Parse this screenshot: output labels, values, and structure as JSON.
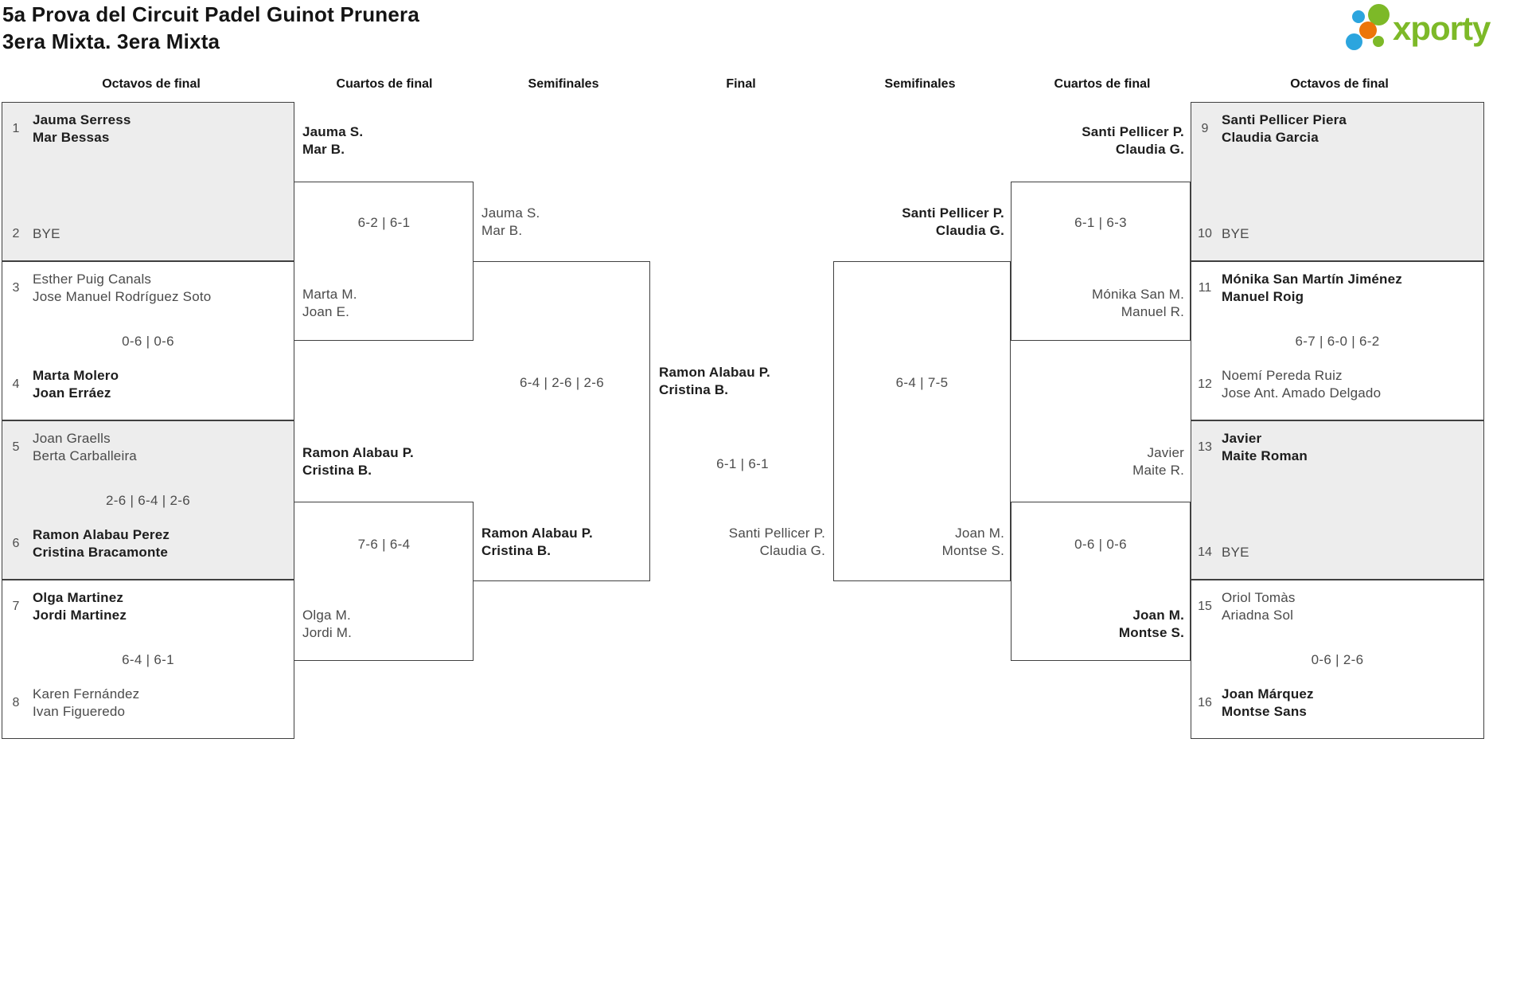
{
  "title": {
    "line1": "5a Prova del Circuit Padel Guinot Prunera",
    "line2": "3era Mixta. 3era Mixta"
  },
  "logo": {
    "text": "xporty"
  },
  "colors": {
    "brand_green": "#7db928",
    "dot_blue": "#2ca5de",
    "dot_orange": "#ec7509",
    "bye_box_gray": "#ededed",
    "border": "#404040"
  },
  "rounds": [
    "Octavos de final",
    "Cuartos de final",
    "Semifinales",
    "Final",
    "Semifinales",
    "Cuartos de final",
    "Octavos de final"
  ],
  "octavos_left": [
    {
      "seed1": "1",
      "p1a": "Jauma Serress",
      "p1b": "Mar Bessas",
      "score": "",
      "seed2": "2",
      "p2a": "BYE",
      "p2b": ""
    },
    {
      "seed1": "3",
      "p1a": "Esther Puig Canals",
      "p1b": "Jose Manuel Rodríguez Soto",
      "score": "0-6 | 0-6",
      "seed2": "4",
      "p2a": "Marta Molero",
      "p2b": "Joan Erráez"
    },
    {
      "seed1": "5",
      "p1a": "Joan Graells",
      "p1b": "Berta Carballeira",
      "score": "2-6 | 6-4 | 2-6",
      "seed2": "6",
      "p2a": "Ramon Alabau Perez",
      "p2b": "Cristina Bracamonte"
    },
    {
      "seed1": "7",
      "p1a": "Olga Martinez",
      "p1b": "Jordi Martinez",
      "score": "6-4 | 6-1",
      "seed2": "8",
      "p2a": "Karen Fernández",
      "p2b": "Ivan Figueredo"
    }
  ],
  "octavos_right": [
    {
      "seed1": "9",
      "p1a": "Santi Pellicer Piera",
      "p1b": "Claudia Garcia",
      "score": "",
      "seed2": "10",
      "p2a": "BYE",
      "p2b": ""
    },
    {
      "seed1": "11",
      "p1a": "Mónika San Martín Jiménez",
      "p1b": "Manuel Roig",
      "score": "6-7 | 6-0 | 6-2",
      "seed2": "12",
      "p2a": "Noemí Pereda Ruiz",
      "p2b": "Jose Ant. Amado Delgado"
    },
    {
      "seed1": "13",
      "p1a": "Javier",
      "p1b": "Maite Roman",
      "score": "",
      "seed2": "14",
      "p2a": "BYE",
      "p2b": ""
    },
    {
      "seed1": "15",
      "p1a": "Oriol Tomàs",
      "p1b": "Ariadna Sol",
      "score": "0-6 | 2-6",
      "seed2": "16",
      "p2a": "Joan Márquez",
      "p2b": "Montse Sans"
    }
  ],
  "cuartos_left": [
    {
      "topA": "Jauma S.",
      "topB": "Mar B.",
      "score": "6-2 | 6-1",
      "botA": "Marta M.",
      "botB": "Joan E."
    },
    {
      "topA": "Ramon Alabau P.",
      "topB": "Cristina B.",
      "score": "7-6 | 6-4",
      "botA": "Olga M.",
      "botB": "Jordi M."
    }
  ],
  "cuartos_right": [
    {
      "topA": "Santi Pellicer P.",
      "topB": "Claudia G.",
      "score": "6-1 | 6-3",
      "botA": "Mónika San M.",
      "botB": "Manuel R."
    },
    {
      "topA": "Javier",
      "topB": "Maite R.",
      "score": "0-6 | 0-6",
      "botA": "Joan M.",
      "botB": "Montse S."
    }
  ],
  "semi_left": {
    "topA": "Jauma S.",
    "topB": "Mar B.",
    "score": "6-4 | 2-6 | 2-6",
    "botA": "Ramon Alabau P.",
    "botB": "Cristina B."
  },
  "semi_right": {
    "topA": "Santi Pellicer P.",
    "topB": "Claudia G.",
    "score": "6-4 | 7-5",
    "botA": "Joan M.",
    "botB": "Montse S."
  },
  "final": {
    "topA": "Ramon Alabau P.",
    "topB": "Cristina B.",
    "score": "6-1 | 6-1",
    "botA": "Santi Pellicer P.",
    "botB": "Claudia G."
  }
}
